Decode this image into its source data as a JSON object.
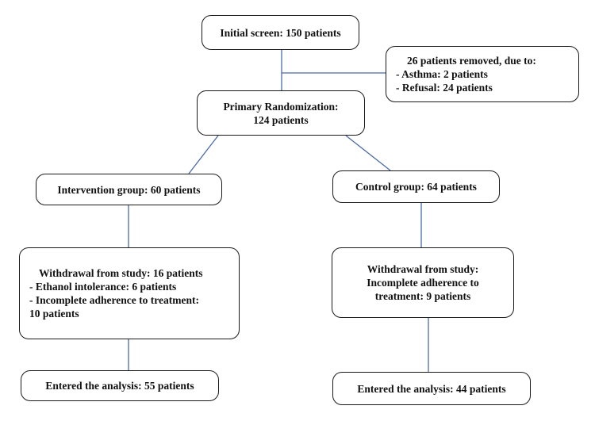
{
  "initial": {
    "text": "Initial screen: 150 patients"
  },
  "removed": {
    "title": "26 patients removed, due to:",
    "items": [
      "Asthma: 2 patients",
      "Refusal: 24 patients"
    ]
  },
  "randomization": {
    "line1": "Primary Randomization:",
    "line2": "124 patients"
  },
  "intervention": {
    "group": "Intervention group: 60 patients",
    "withdrawal_title": "Withdrawal from study: 16 patients",
    "withdrawal_items": [
      "Ethanol intolerance: 6 patients",
      "Incomplete adherence to treatment:"
    ],
    "withdrawal_tail": "10 patients",
    "analysis": "Entered the analysis: 55 patients"
  },
  "control": {
    "group": "Control group: 64 patients",
    "withdrawal_lines": [
      "Withdrawal from study:",
      "Incomplete adherence to",
      "treatment: 9 patients"
    ],
    "analysis": "Entered the analysis: 44 patients"
  },
  "colors": {
    "connector": "#4a6aa8",
    "border": "#1a1a1a"
  }
}
